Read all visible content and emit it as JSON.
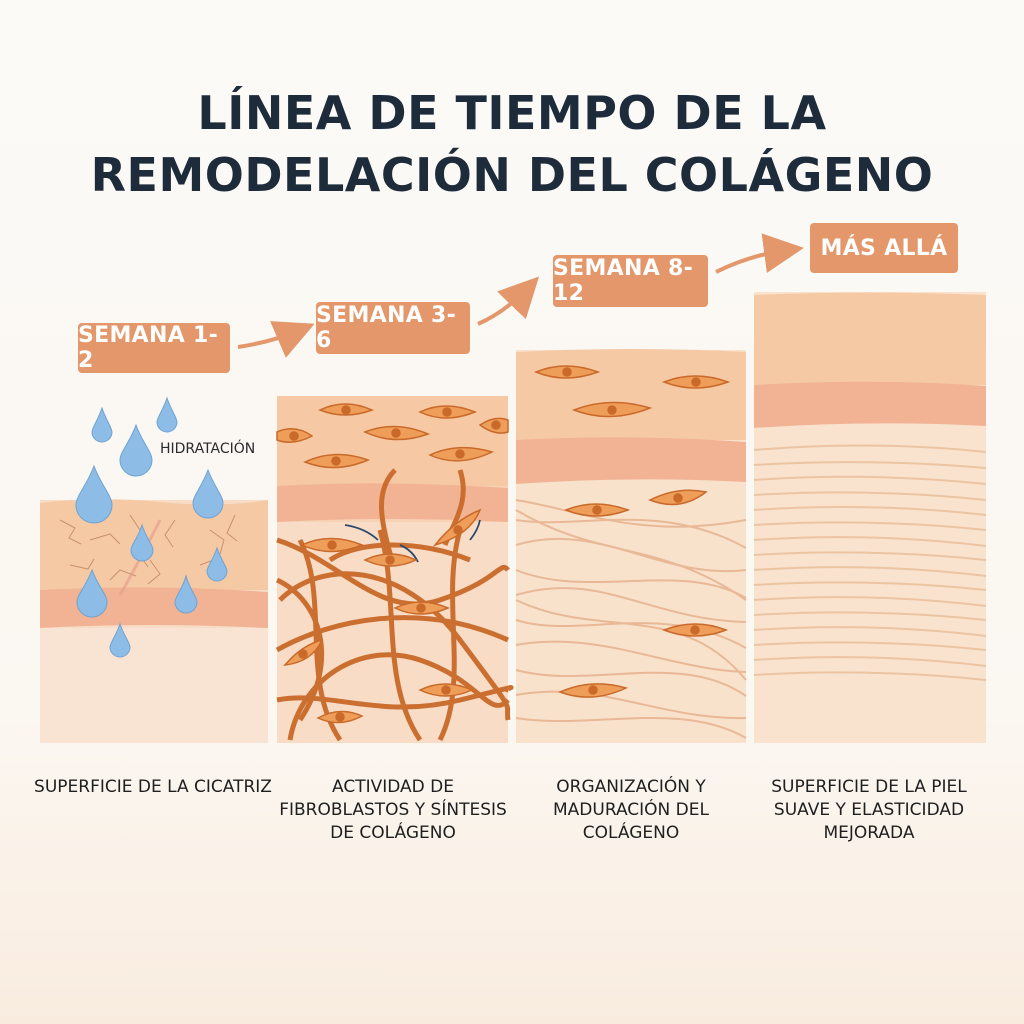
{
  "title": {
    "line1": "LÍNEA DE TIEMPO DE LA",
    "line2": "REMODELACIÓN DEL COLÁGENO"
  },
  "stages": [
    {
      "badge": "SEMANA 1-2",
      "caption": "SUPERFICIE DE LA CICATRIZ"
    },
    {
      "badge": "SEMANA 3-6",
      "caption": "ACTIVIDAD DE FIBROBLASTOS Y SÍNTESIS DE COLÁGENO"
    },
    {
      "badge": "SEMANA 8-12",
      "caption": "ORGANIZACIÓN Y MADURACIÓN DEL COLÁGENO"
    },
    {
      "badge": "MÁS ALLÁ",
      "caption": "SUPERFICIE DE LA PIEL SUAVE Y ELASTICIDAD MEJORADA"
    }
  ],
  "hydration_label": "HIDRATACIÓN",
  "colors": {
    "badge": "#e3976a",
    "arrow": "#e3976a",
    "title": "#1e2b3b",
    "skin_top": "#f6cba6",
    "skin_band": "#f1b393",
    "skin_bottom": "#f8dcc6",
    "collagen": "#c96a2a",
    "fibroblast": "#ef9e5a",
    "water_drop": "#8dbde6"
  },
  "icons": [
    "water-drop-icon",
    "fibroblast-cell-icon",
    "arrow-icon"
  ]
}
